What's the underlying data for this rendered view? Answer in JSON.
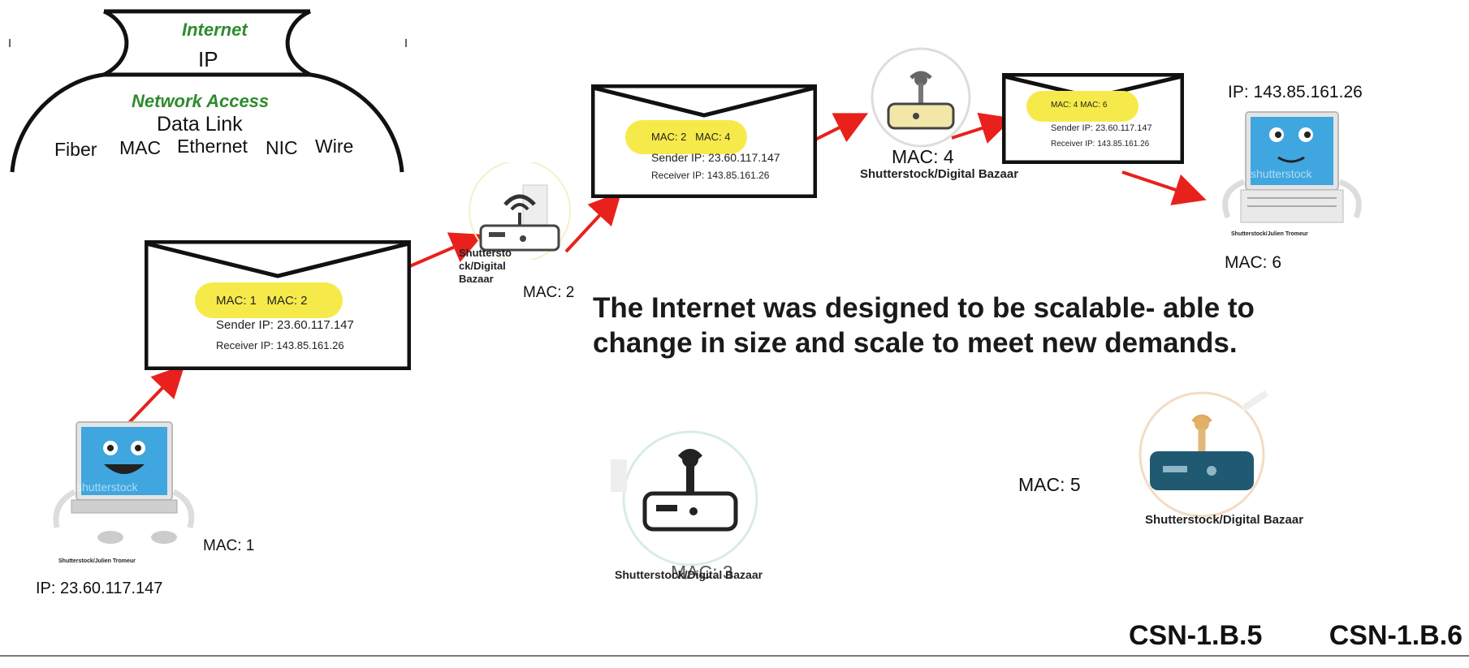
{
  "stack": {
    "internet_label": "Internet",
    "ip_label": "IP",
    "network_access_label": "Network Access",
    "data_link_label": "Data Link",
    "items": [
      "Fiber",
      "MAC",
      "Ethernet",
      "NIC",
      "Wire"
    ]
  },
  "envelopes": [
    {
      "macs": "MAC: 1   MAC: 2",
      "sender": "Sender IP: 23.60.117.147",
      "receiver": "Receiver IP: 143.85.161.26"
    },
    {
      "macs": "MAC: 2   MAC: 4",
      "sender": "Sender IP: 23.60.117.147",
      "receiver": "Receiver IP: 143.85.161.26"
    },
    {
      "macs": "MAC: 4 MAC: 6",
      "sender": "Sender IP: 23.60.117.147",
      "receiver": "Receiver IP: 143.85.161.26"
    }
  ],
  "nodes": {
    "laptop_sender": {
      "mac": "MAC: 1",
      "ip": "IP: 23.60.117.147",
      "credit": "Shutterstock/Julien Tromeur",
      "watermark": "shutterstock"
    },
    "router_2": {
      "mac": "MAC: 2",
      "credit": "Shuttersto ck/Digital Bazaar"
    },
    "router_3": {
      "mac": "MAC: 3",
      "credit": "Shutterstock/Digital Bazaar"
    },
    "router_4": {
      "mac": "MAC: 4",
      "credit": "Shutterstock/Digital Bazaar"
    },
    "router_5": {
      "mac": "MAC: 5",
      "credit": "Shutterstock/Digital Bazaar"
    },
    "laptop_receiver": {
      "mac": "MAC: 6",
      "ip": "IP: 143.85.161.26",
      "credit": "Shutterstock/Julien Tromeur",
      "watermark": "shutterstock"
    }
  },
  "statement": {
    "line1": "The Internet was designed to be scalable- able to",
    "line2": "change in size and scale to meet new demands."
  },
  "codes": "CSN-1.B.5   CSN-1.B.6",
  "colors": {
    "arrow": "#e8211c",
    "highlight": "#f6ea4a",
    "layer_title": "#2e8b2e",
    "laptop_screen": "#3fa6e0"
  }
}
